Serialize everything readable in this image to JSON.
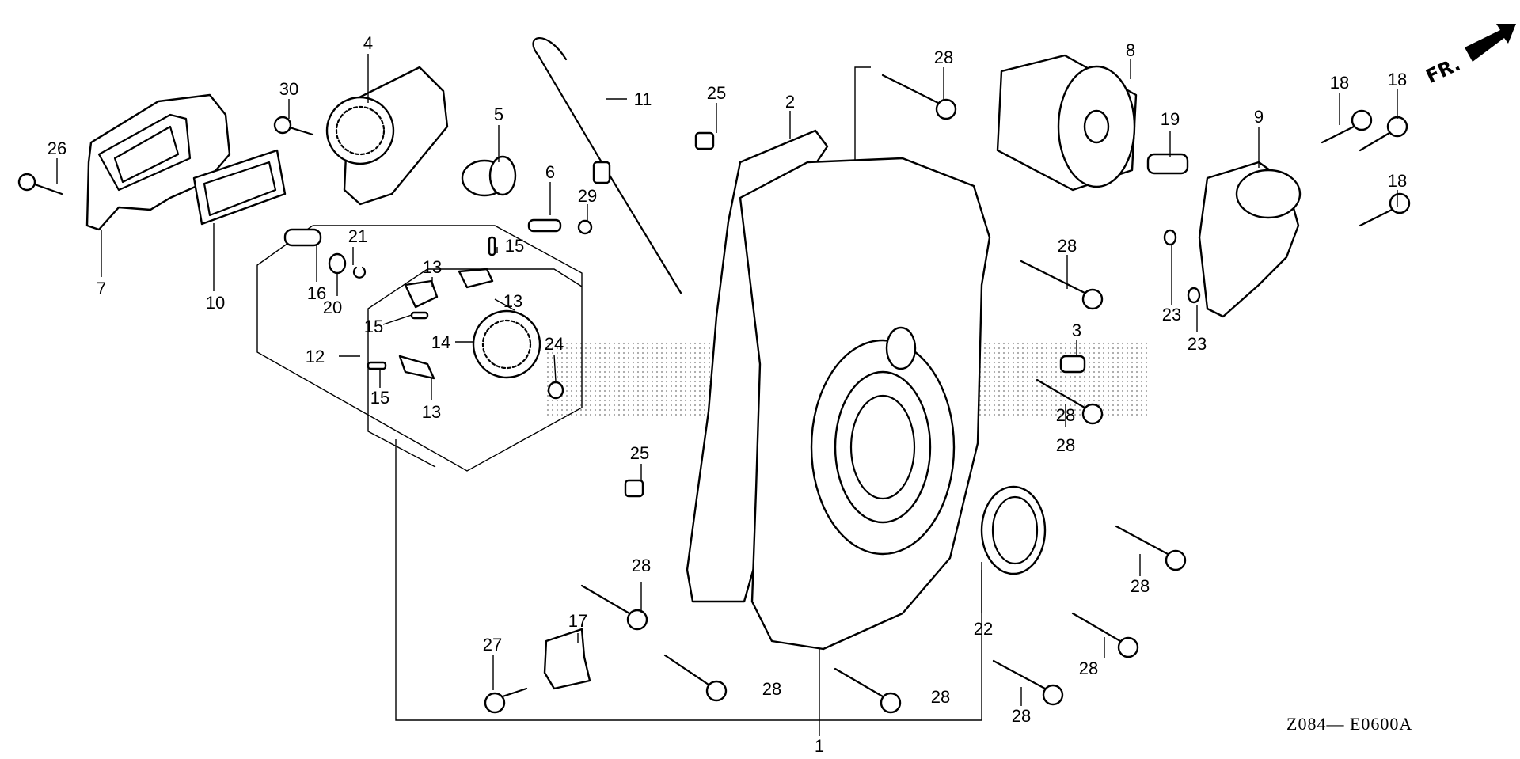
{
  "diagram": {
    "title_code": "Z084— E0600A",
    "direction_label": "FR.",
    "colors": {
      "ink": "#000000",
      "background": "#ffffff",
      "watermark": "#000000"
    },
    "callouts": [
      {
        "id": "c1",
        "ref": "1"
      },
      {
        "id": "c2",
        "ref": "2"
      },
      {
        "id": "c3",
        "ref": "3"
      },
      {
        "id": "c4",
        "ref": "4"
      },
      {
        "id": "c5",
        "ref": "5"
      },
      {
        "id": "c6",
        "ref": "6"
      },
      {
        "id": "c7",
        "ref": "7"
      },
      {
        "id": "c8",
        "ref": "8"
      },
      {
        "id": "c9",
        "ref": "9"
      },
      {
        "id": "c10",
        "ref": "10"
      },
      {
        "id": "c11",
        "ref": "11"
      },
      {
        "id": "c12",
        "ref": "12"
      },
      {
        "id": "c13a",
        "ref": "13"
      },
      {
        "id": "c13b",
        "ref": "13"
      },
      {
        "id": "c13c",
        "ref": "13"
      },
      {
        "id": "c14",
        "ref": "14"
      },
      {
        "id": "c15a",
        "ref": "15"
      },
      {
        "id": "c15b",
        "ref": "15"
      },
      {
        "id": "c15c",
        "ref": "15"
      },
      {
        "id": "c16",
        "ref": "16"
      },
      {
        "id": "c17",
        "ref": "17"
      },
      {
        "id": "c18a",
        "ref": "18"
      },
      {
        "id": "c18b",
        "ref": "18"
      },
      {
        "id": "c18c",
        "ref": "18"
      },
      {
        "id": "c19",
        "ref": "19"
      },
      {
        "id": "c20",
        "ref": "20"
      },
      {
        "id": "c21",
        "ref": "21"
      },
      {
        "id": "c22",
        "ref": "22"
      },
      {
        "id": "c23a",
        "ref": "23"
      },
      {
        "id": "c23b",
        "ref": "23"
      },
      {
        "id": "c24",
        "ref": "24"
      },
      {
        "id": "c25a",
        "ref": "25"
      },
      {
        "id": "c25b",
        "ref": "25"
      },
      {
        "id": "c26",
        "ref": "26"
      },
      {
        "id": "c27",
        "ref": "27"
      },
      {
        "id": "c28a",
        "ref": "28"
      },
      {
        "id": "c28b",
        "ref": "28"
      },
      {
        "id": "c28c",
        "ref": "28"
      },
      {
        "id": "c28d",
        "ref": "28"
      },
      {
        "id": "c28e",
        "ref": "28"
      },
      {
        "id": "c28f",
        "ref": "28"
      },
      {
        "id": "c28g",
        "ref": "28"
      },
      {
        "id": "c28h",
        "ref": "28"
      },
      {
        "id": "c28i",
        "ref": "28"
      },
      {
        "id": "c28j",
        "ref": "28"
      },
      {
        "id": "c29",
        "ref": "29"
      },
      {
        "id": "c30",
        "ref": "30"
      }
    ]
  }
}
